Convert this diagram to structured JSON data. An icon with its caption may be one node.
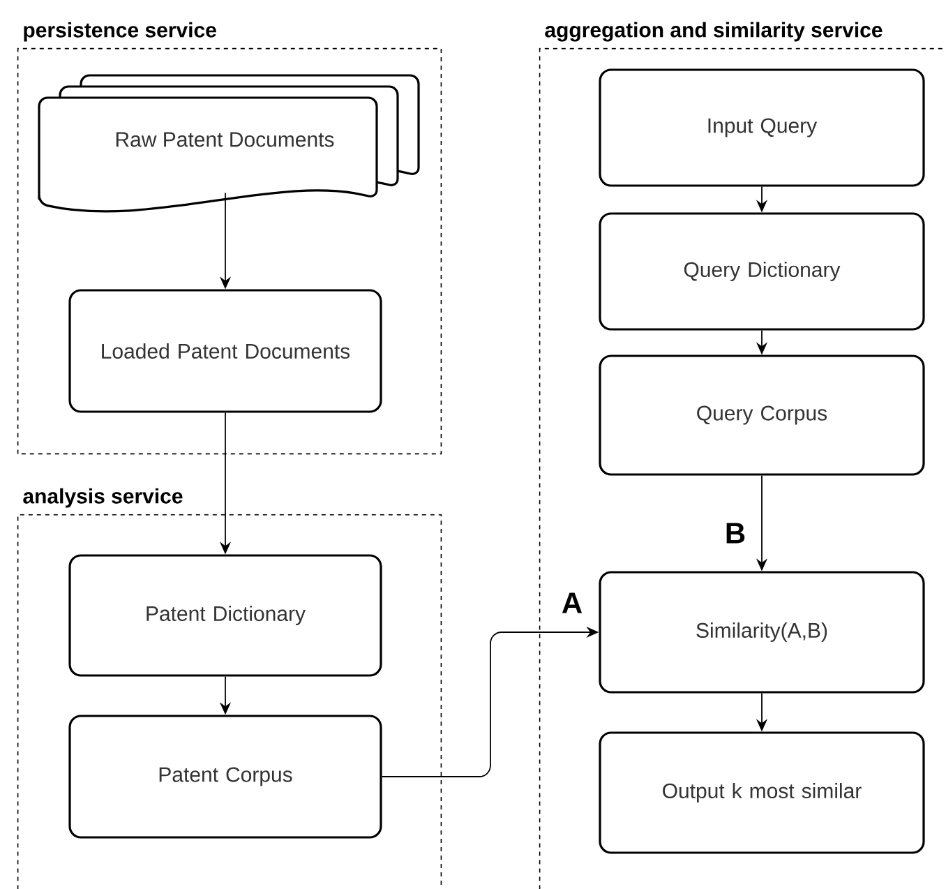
{
  "diagram": {
    "nodes": [
      {
        "text": [
          "persistence service"
        ]
      },
      {
        "text": [
          "Raw Patent Documents"
        ],
        "in": 0
      },
      {
        "text": [
          "Loaded Patent Documents"
        ],
        "in": 0
      },
      {
        "text": [
          "analysis service"
        ]
      },
      {
        "text": [
          "Patent Dictionary"
        ],
        "in": 3
      },
      {
        "text": [
          "Patent Corpus"
        ],
        "in": 3
      },
      {
        "text": [
          "aggregation and similarity service"
        ]
      },
      {
        "text": [
          "Input Query"
        ],
        "in": 6
      },
      {
        "text": [
          "Query Dictionary"
        ],
        "in": 6
      },
      {
        "text": [
          "Query Corpus"
        ],
        "in": 6
      },
      {
        "text": [
          "Similarity(A,B)"
        ],
        "in": 6
      },
      {
        "text": [
          "Output k most similar"
        ],
        "in": 6
      }
    ],
    "edges": [
      {
        "from": 1,
        "to": 2,
        "arrow": "to"
      },
      {
        "from": 2,
        "to": 4,
        "arrow": "to"
      },
      {
        "from": 4,
        "to": 5,
        "arrow": "to"
      },
      {
        "from": 5,
        "to": 10,
        "arrow": "to",
        "label": "A"
      },
      {
        "from": 7,
        "to": 8,
        "arrow": "to"
      },
      {
        "from": 8,
        "to": 9,
        "arrow": "to"
      },
      {
        "from": 9,
        "to": 10,
        "arrow": "to",
        "label": "B"
      },
      {
        "from": 10,
        "to": 11,
        "arrow": "to"
      }
    ]
  }
}
